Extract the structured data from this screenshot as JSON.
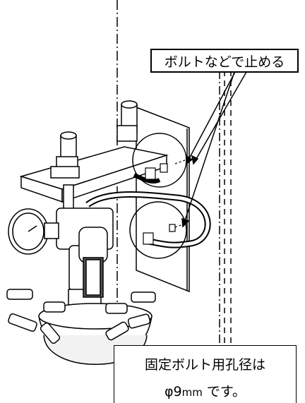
{
  "callout": {
    "text": "ボルトなどで止める"
  },
  "note": {
    "line1": "固定ボルト用孔径は",
    "line2_prefix": "φ9",
    "line2_unit": "mm",
    "line2_suffix": " です。"
  },
  "colors": {
    "line": "#000000",
    "fill": "#ffffff",
    "shade": "#555555",
    "light_fill": "#f2f2f2"
  }
}
